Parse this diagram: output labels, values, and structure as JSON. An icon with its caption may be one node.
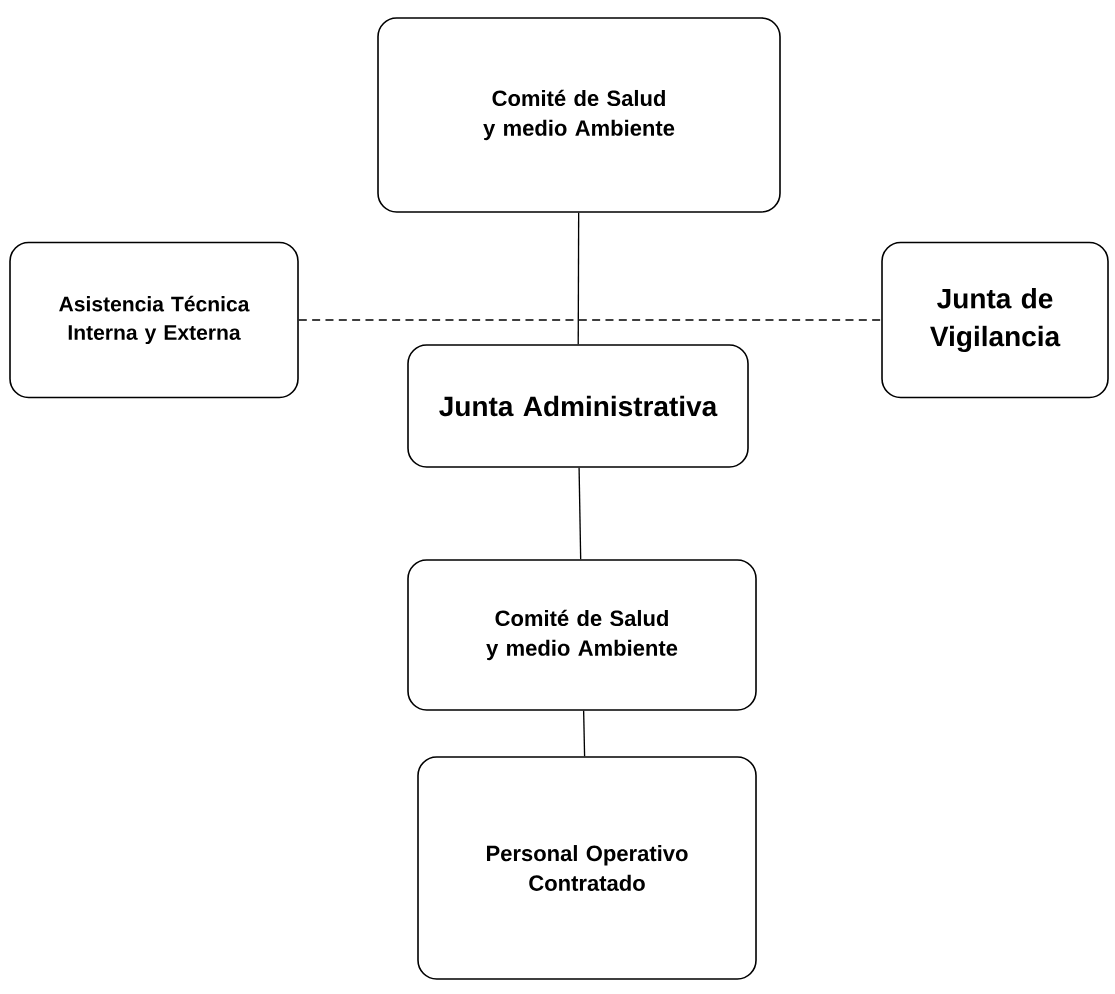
{
  "diagram": {
    "nodes": [
      {
        "text": [
          "Comité de Salud y medio Ambiente"
        ]
      },
      {
        "text": [
          "Asistencia Técnica Interna y Externa"
        ]
      },
      {
        "text": [
          "Junta de Vigilancia"
        ]
      },
      {
        "text": [
          "Junta Administrativa"
        ]
      },
      {
        "text": [
          "Comité de Salud y medio Ambiente"
        ]
      },
      {
        "text": [
          "Personal Operativo Contratado"
        ]
      }
    ],
    "edges": [
      {
        "from": 0,
        "to": 3,
        "arrow": "none"
      },
      {
        "from": 1,
        "to": 2,
        "arrow": "none",
        "style": "dashed"
      },
      {
        "from": 3,
        "to": 4,
        "arrow": "none"
      },
      {
        "from": 4,
        "to": 5,
        "arrow": "none"
      }
    ]
  }
}
